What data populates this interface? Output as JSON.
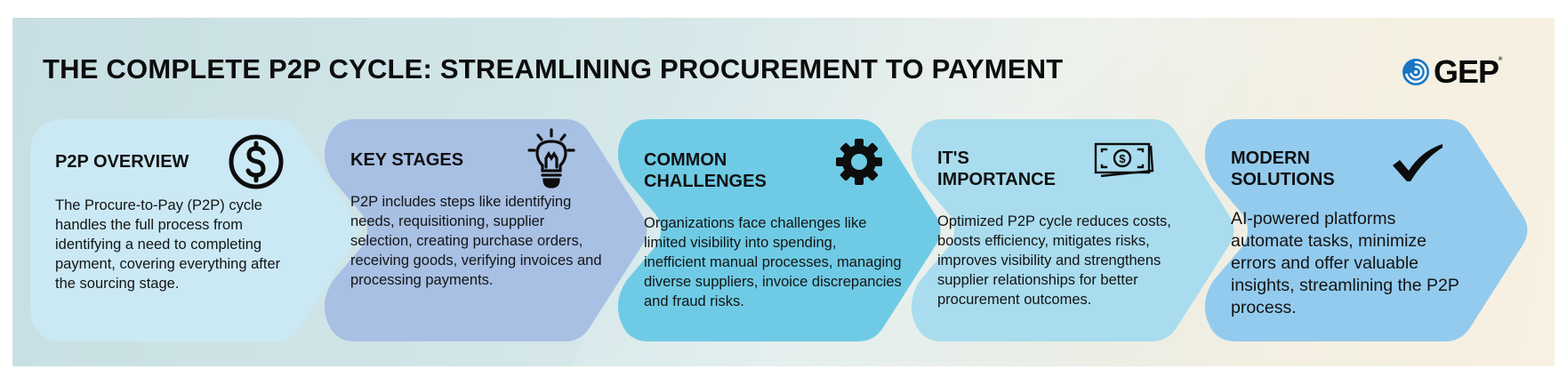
{
  "header": {
    "title": "THE COMPLETE P2P CYCLE: STREAMLINING PROCUREMENT TO PAYMENT",
    "logo_text": "GEP",
    "logo_mark": "®"
  },
  "colors": {
    "stage_1": "#cbe9f5",
    "stage_2": "#a8c0e4",
    "stage_3": "#6fcbe5",
    "stage_4": "#a9dcee",
    "stage_5": "#93cbee",
    "logo_blue": "#1a76c2"
  },
  "stages": [
    {
      "title_line1": "P2P OVERVIEW",
      "title_line2": "",
      "icon": "dollar-circle-icon",
      "body": "The Procure-to-Pay (P2P) cycle handles the full process from identifying a need to completing payment, covering everything after the sourcing stage."
    },
    {
      "title_line1": "KEY STAGES",
      "title_line2": "",
      "icon": "lightbulb-icon",
      "body": "P2P includes steps like identifying needs, requisitioning, supplier selection, creating purchase orders, receiving goods, verifying invoices and processing payments."
    },
    {
      "title_line1": "COMMON",
      "title_line2": "CHALLENGES",
      "icon": "gear-icon",
      "body": "Organizations face challenges like limited visibility into spending, inefficient manual processes, managing diverse suppliers, invoice discrepancies and fraud risks."
    },
    {
      "title_line1": "IT'S",
      "title_line2": "IMPORTANCE",
      "icon": "banknote-icon",
      "body": "Optimized P2P cycle reduces costs, boosts efficiency, mitigates risks, improves visibility and strengthens supplier relationships for better procurement outcomes."
    },
    {
      "title_line1": "MODERN",
      "title_line2": "SOLUTIONS",
      "icon": "checkmark-icon",
      "body": "AI-powered platforms automate tasks, minimize errors and offer valuable insights, streamlining the P2P process."
    }
  ]
}
